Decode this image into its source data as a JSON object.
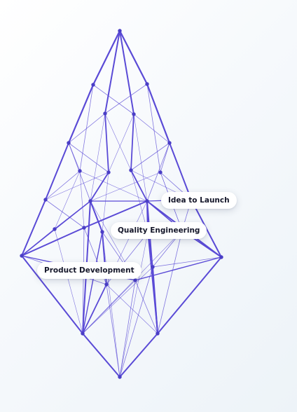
{
  "network": {
    "line_color": "#5a4ad6",
    "node_color": "#4a3ec6"
  },
  "labels": {
    "idea_to_launch": "Idea to Launch",
    "quality_engineering": "Quality Engineering",
    "product_development": "Product Development"
  }
}
